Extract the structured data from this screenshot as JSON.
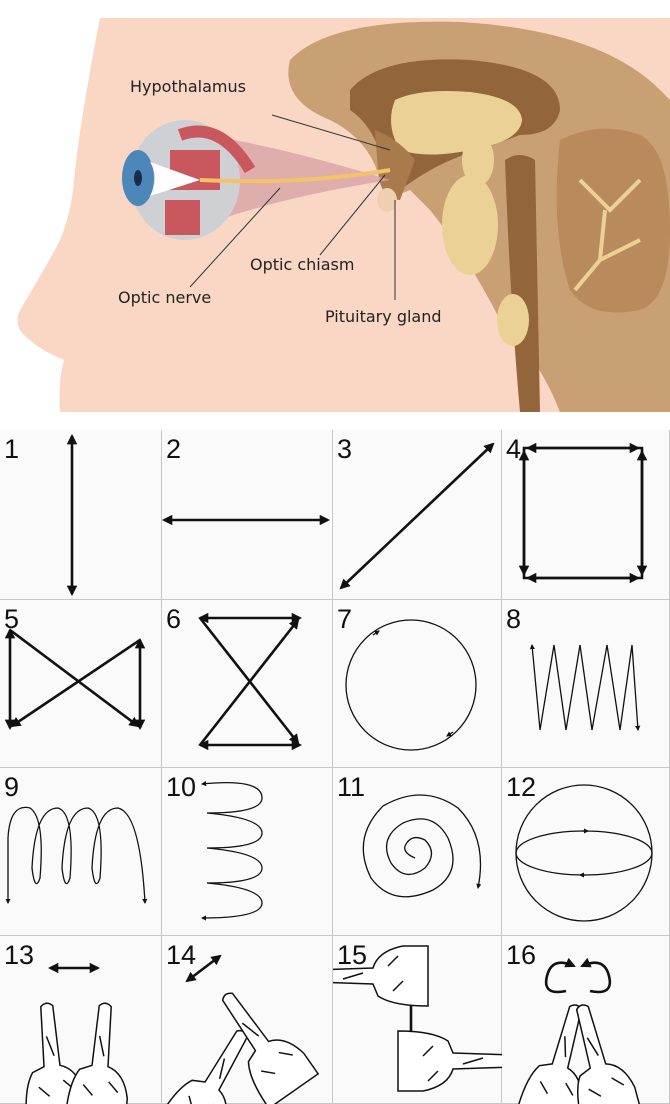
{
  "anatomy": {
    "labels": {
      "hypothalamus": "Hypothalamus",
      "optic_chiasm": "Optic chiasm",
      "optic_nerve": "Optic nerve",
      "pituitary_gland": "Pituitary gland"
    },
    "colors": {
      "skin": "#f9d7c4",
      "brain": "#c9a074",
      "brain_dark": "#93653b",
      "brain_light": "#ecd196",
      "muscle": "#c9575e",
      "eye": "#4d86b8",
      "nerve": "#f2c36a"
    }
  },
  "exercises": [
    {
      "number": "1",
      "motion": "vertical"
    },
    {
      "number": "2",
      "motion": "horizontal"
    },
    {
      "number": "3",
      "motion": "diagonal"
    },
    {
      "number": "4",
      "motion": "square"
    },
    {
      "number": "5",
      "motion": "horizontal-bowtie"
    },
    {
      "number": "6",
      "motion": "hourglass"
    },
    {
      "number": "7",
      "motion": "circle"
    },
    {
      "number": "8",
      "motion": "zigzag"
    },
    {
      "number": "9",
      "motion": "horizontal-loops"
    },
    {
      "number": "10",
      "motion": "vertical-coil"
    },
    {
      "number": "11",
      "motion": "spiral"
    },
    {
      "number": "12",
      "motion": "sphere"
    },
    {
      "number": "13",
      "motion": "fingers-apart"
    },
    {
      "number": "14",
      "motion": "fingers-diagonal"
    },
    {
      "number": "15",
      "motion": "fingers-vertical"
    },
    {
      "number": "16",
      "motion": "fingers-circles"
    }
  ]
}
